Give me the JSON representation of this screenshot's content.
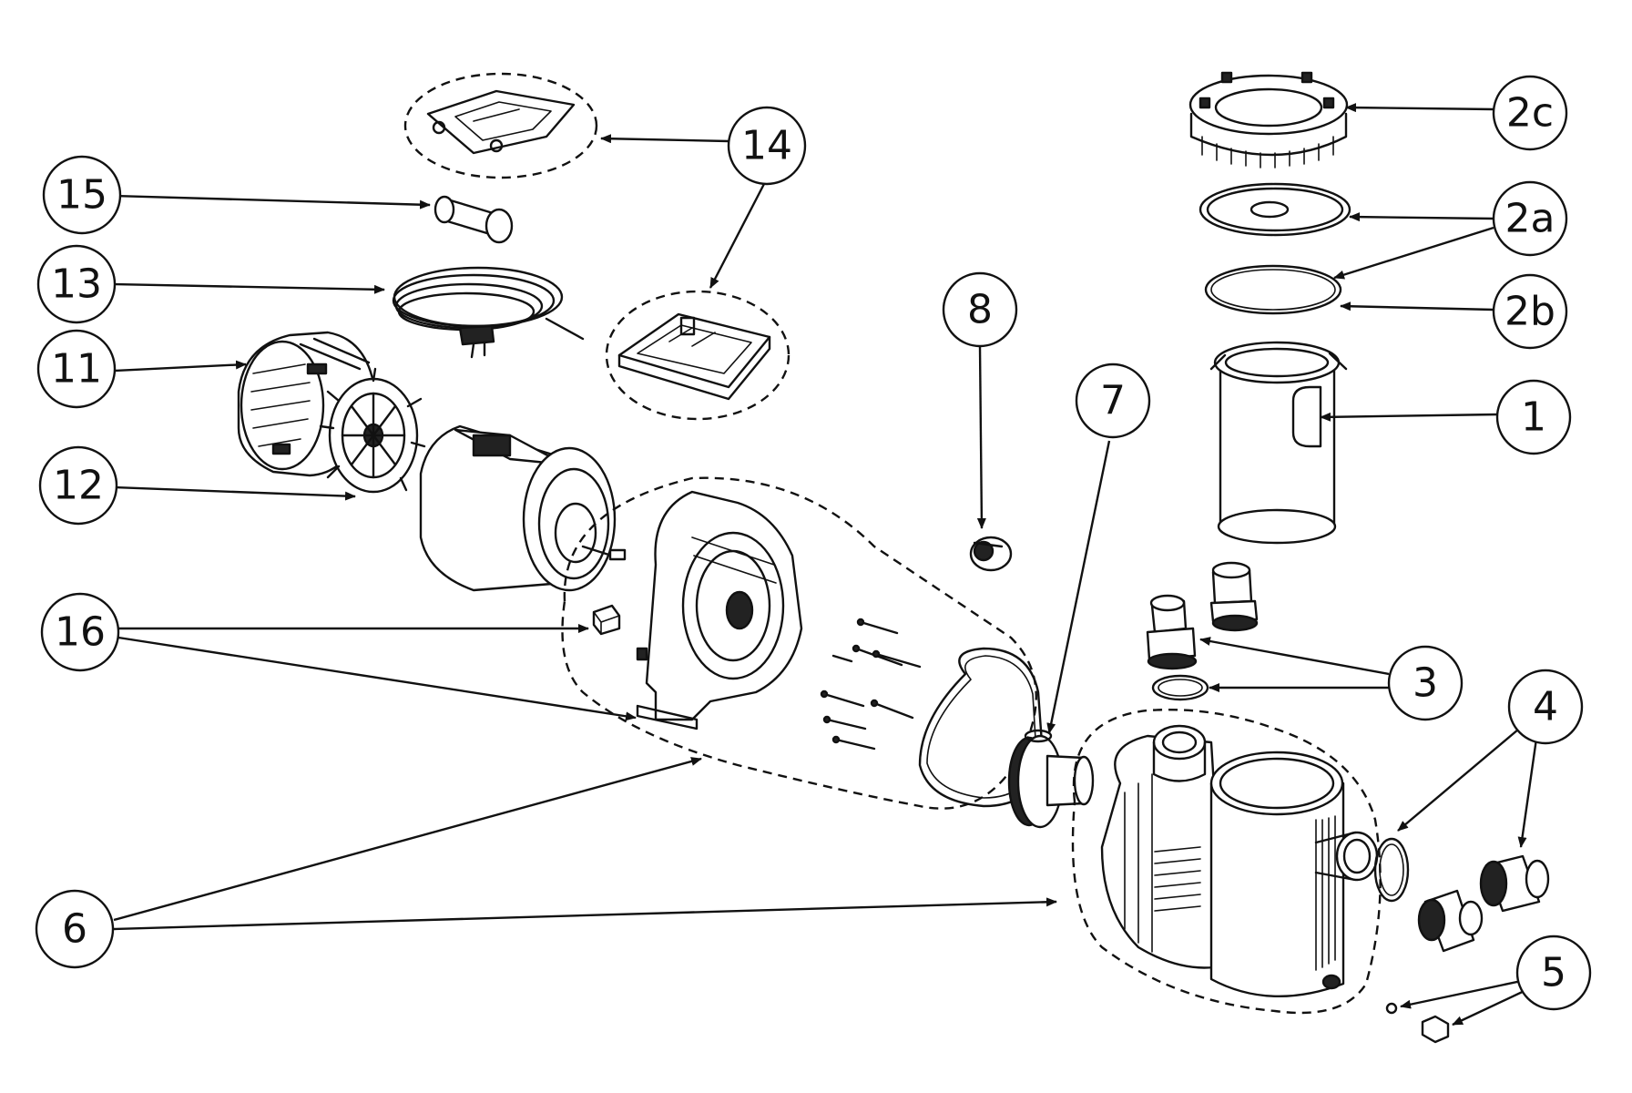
{
  "callouts": {
    "c1": "1",
    "c2a": "2a",
    "c2b": "2b",
    "c2c": "2c",
    "c3": "3",
    "c4": "4",
    "c5": "5",
    "c6": "6",
    "c7": "7",
    "c8": "8",
    "c11": "11",
    "c12": "12",
    "c13": "13",
    "c14": "14",
    "c15": "15",
    "c16": "16"
  },
  "colors": {
    "ink": "#111111",
    "paper": "#ffffff"
  }
}
